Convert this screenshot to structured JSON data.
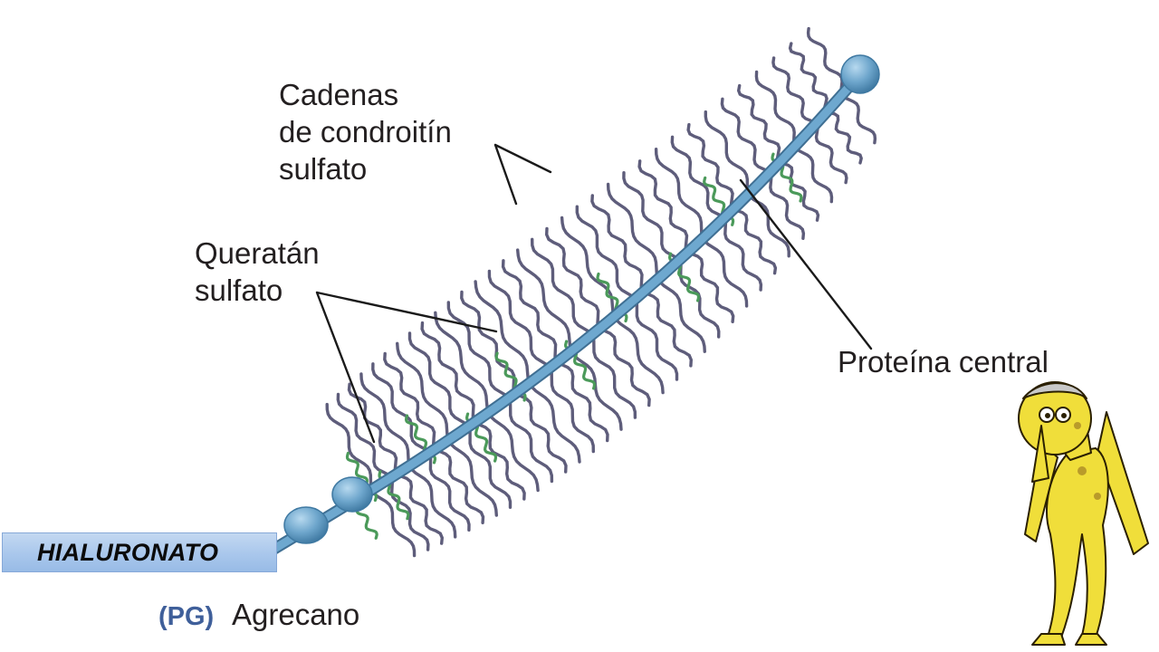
{
  "labels": {
    "chondroitin": "Cadenas\nde condroitín\nsulfato",
    "keratan": "Queratán\nsulfato",
    "core_protein": "Proteína central",
    "hyaluronate": "HIALURONATO",
    "pg": "(PG)",
    "aggrecan": "Agrecano"
  },
  "colors": {
    "core_protein": "#5e97bf",
    "chondroitin_chain": "#5e5d7b",
    "keratan_chain": "#4b9a5a",
    "leader_line": "#1a1a1a",
    "hyaluronate_box": "#a9c7ec",
    "pg_text": "#3f5f9a",
    "cartoon": "#f0de3a"
  },
  "icons": {
    "cartoon": "mr-burns-cartoon"
  }
}
